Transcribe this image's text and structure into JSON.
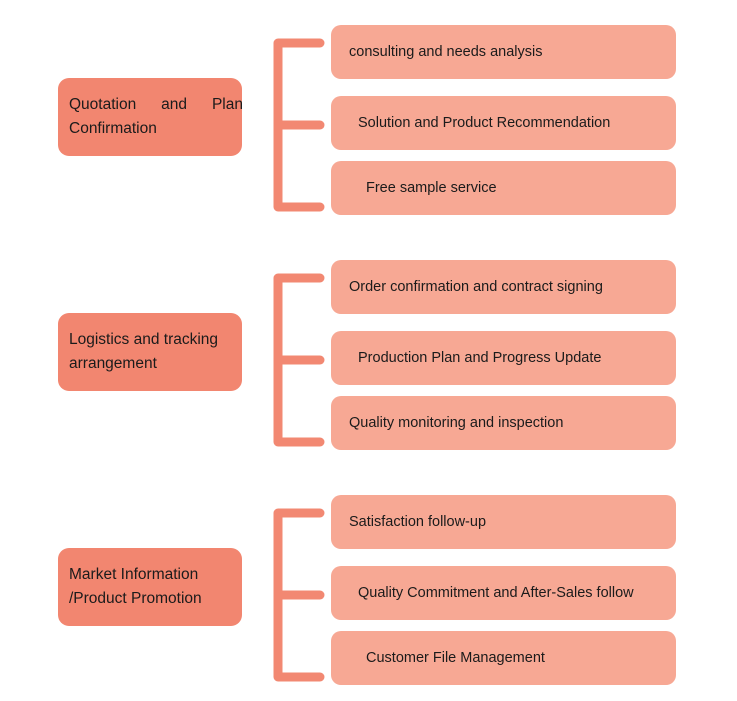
{
  "diagram": {
    "type": "bracket-hierarchy",
    "background_color": "#FFFFFF",
    "category_box_color": "#F28670",
    "item_box_color": "#F7A894",
    "bracket_color": "#F28872",
    "text_color": "#1B1B1B",
    "groups": [
      {
        "category_lines": [
          "Quotation  and  Plan",
          "Confirmation"
        ],
        "category_label": "Quotation and Plan Confirmation",
        "items": [
          {
            "label": "consulting and needs analysis",
            "indent": "a"
          },
          {
            "label": "Solution and Product  Recommendation",
            "indent": "b"
          },
          {
            "label": "Free sample service",
            "indent": "c"
          }
        ]
      },
      {
        "category_lines": [
          "Logistics and tracking",
          "arrangement"
        ],
        "category_label": "Logistics and tracking arrangement",
        "items": [
          {
            "label": "Order confirmation and contract signing",
            "indent": "a"
          },
          {
            "label": "Production Plan and Progress Update",
            "indent": "b"
          },
          {
            "label": "Quality monitoring and inspection",
            "indent": "a"
          }
        ]
      },
      {
        "category_lines": [
          "Market  Information",
          "/Product Promotion"
        ],
        "category_label": "Market Information /Product Promotion",
        "items": [
          {
            "label": "Satisfaction follow-up",
            "indent": "a"
          },
          {
            "label": "Quality Commitment and After-Sales follow",
            "indent": "b"
          },
          {
            "label": "Customer File Management",
            "indent": "c"
          }
        ]
      }
    ]
  }
}
